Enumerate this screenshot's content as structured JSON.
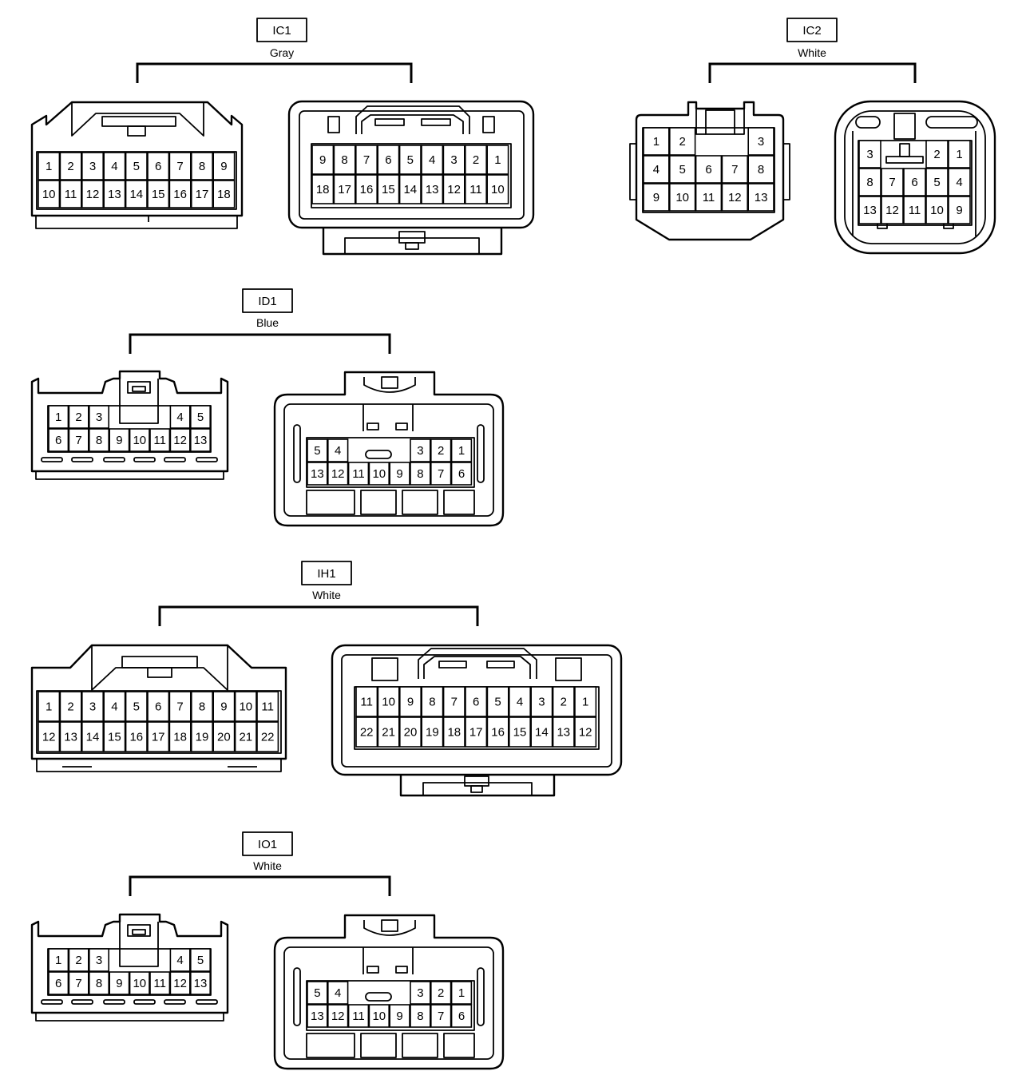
{
  "connectors": [
    {
      "id": "ic1",
      "code": "IC1",
      "color": "Gray",
      "left_pins": [
        [
          "1",
          "2",
          "3",
          "4",
          "5",
          "6",
          "7",
          "8",
          "9"
        ],
        [
          "10",
          "11",
          "12",
          "13",
          "14",
          "15",
          "16",
          "17",
          "18"
        ]
      ],
      "right_pins": [
        [
          "9",
          "8",
          "7",
          "6",
          "5",
          "4",
          "3",
          "2",
          "1"
        ],
        [
          "18",
          "17",
          "16",
          "15",
          "14",
          "13",
          "12",
          "11",
          "10"
        ]
      ]
    },
    {
      "id": "ic2",
      "code": "IC2",
      "color": "White",
      "left_pins": [
        [
          "1",
          "2",
          "",
          "",
          "3"
        ],
        [
          "4",
          "5",
          "6",
          "7",
          "8"
        ],
        [
          "9",
          "10",
          "11",
          "12",
          "13"
        ]
      ],
      "right_pins": [
        [
          "3",
          "",
          "",
          "2",
          "1"
        ],
        [
          "8",
          "7",
          "6",
          "5",
          "4"
        ],
        [
          "13",
          "12",
          "11",
          "10",
          "9"
        ]
      ]
    },
    {
      "id": "id1",
      "code": "ID1",
      "color": "Blue",
      "left_pins": [
        [
          "1",
          "2",
          "3",
          "",
          "",
          "",
          "4",
          "5"
        ],
        [
          "6",
          "7",
          "8",
          "9",
          "10",
          "11",
          "12",
          "13"
        ]
      ],
      "right_pins": [
        [
          "5",
          "4",
          "",
          "",
          "",
          "3",
          "2",
          "1"
        ],
        [
          "13",
          "12",
          "11",
          "10",
          "9",
          "8",
          "7",
          "6"
        ]
      ]
    },
    {
      "id": "ih1",
      "code": "IH1",
      "color": "White",
      "left_pins": [
        [
          "1",
          "2",
          "3",
          "4",
          "5",
          "6",
          "7",
          "8",
          "9",
          "10",
          "11"
        ],
        [
          "12",
          "13",
          "14",
          "15",
          "16",
          "17",
          "18",
          "19",
          "20",
          "21",
          "22"
        ]
      ],
      "right_pins": [
        [
          "11",
          "10",
          "9",
          "8",
          "7",
          "6",
          "5",
          "4",
          "3",
          "2",
          "1"
        ],
        [
          "22",
          "21",
          "20",
          "19",
          "18",
          "17",
          "16",
          "15",
          "14",
          "13",
          "12"
        ]
      ]
    },
    {
      "id": "io1",
      "code": "IO1",
      "color": "White",
      "left_pins": [
        [
          "1",
          "2",
          "3",
          "",
          "",
          "",
          "4",
          "5"
        ],
        [
          "6",
          "7",
          "8",
          "9",
          "10",
          "11",
          "12",
          "13"
        ]
      ],
      "right_pins": [
        [
          "5",
          "4",
          "",
          "",
          "",
          "3",
          "2",
          "1"
        ],
        [
          "13",
          "12",
          "11",
          "10",
          "9",
          "8",
          "7",
          "6"
        ]
      ]
    }
  ]
}
